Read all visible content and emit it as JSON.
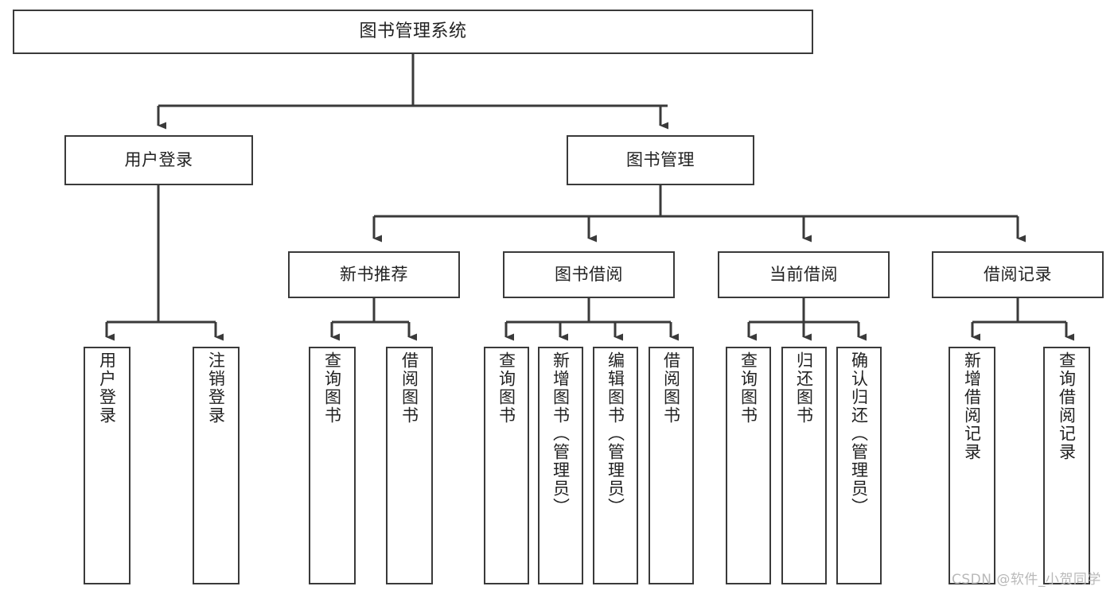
{
  "diagram": {
    "title": "图书管理系统",
    "watermark": "CSDN @软件_小贺同学",
    "colors": {
      "stroke": "#3a3a3a",
      "fill": "#ffffff",
      "text": "#222222",
      "watermark": "#b9b9b9"
    },
    "levels": {
      "root": {
        "label": "图书管理系统"
      },
      "level2": [
        {
          "label": "用户登录"
        },
        {
          "label": "图书管理"
        }
      ],
      "level3": [
        {
          "label": "新书推荐"
        },
        {
          "label": "图书借阅"
        },
        {
          "label": "当前借阅"
        },
        {
          "label": "借阅记录"
        }
      ],
      "leaves": [
        {
          "label": "用户登录",
          "parent": "用户登录"
        },
        {
          "label": "注销登录",
          "parent": "用户登录"
        },
        {
          "label": "查询图书",
          "parent": "新书推荐"
        },
        {
          "label": "借阅图书",
          "parent": "新书推荐"
        },
        {
          "label": "查询图书",
          "parent": "图书借阅"
        },
        {
          "label": "新增图书（管理员）",
          "parent": "图书借阅"
        },
        {
          "label": "编辑图书（管理员）",
          "parent": "图书借阅"
        },
        {
          "label": "借阅图书",
          "parent": "图书借阅"
        },
        {
          "label": "查询图书",
          "parent": "当前借阅"
        },
        {
          "label": "归还图书",
          "parent": "当前借阅"
        },
        {
          "label": "确认归还（管理员）",
          "parent": "当前借阅"
        },
        {
          "label": "新增借阅记录",
          "parent": "借阅记录"
        },
        {
          "label": "查询借阅记录",
          "parent": "借阅记录"
        }
      ]
    }
  }
}
